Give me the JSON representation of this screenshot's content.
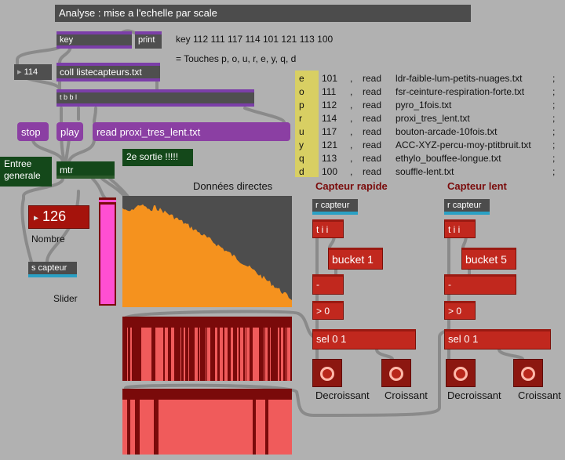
{
  "title": "Analyse : mise a l'echelle par scale",
  "objects": {
    "key": "key",
    "print": "print",
    "num114": "114",
    "coll": "coll listecapteurs.txt",
    "tbbl": "t b b l",
    "mtr": "mtr",
    "ti_rapide": "t i i",
    "ti_lent": "t i i",
    "bucket_rapide": "bucket 1",
    "bucket_lent": "bucket 5",
    "minus_rapide": "-",
    "minus_lent": "-",
    "gt_rapide": "> 0",
    "gt_lent": "> 0",
    "sel_rapide": "sel 0 1",
    "sel_lent": "sel 0 1"
  },
  "messages": {
    "stop": "stop",
    "play": "play",
    "read": "read proxi_tres_lent.txt"
  },
  "sends": {
    "s_capteur": "s capteur",
    "r_capteur_rapide": "r capteur",
    "r_capteur_lent": "r capteur"
  },
  "comments": {
    "key_codes": "key 112 111 117 114 101 121 113 100",
    "touches": "= Touches p, o, u, r, e, y, q, d",
    "entree": "Entree generale",
    "deuxieme": "2e sortie !!!!!",
    "nombre": "Nombre",
    "slider": "Slider",
    "donnees": "Données directes",
    "capteur_rapide": "Capteur rapide",
    "capteur_lent": "Capteur lent",
    "decroissant_rapide": "Decroissant",
    "croissant_rapide": "Croissant",
    "decroissant_lent": "Decroissant",
    "croissant_lent": "Croissant"
  },
  "number_box": "126",
  "slider_value": 0.98,
  "coll_entries": [
    {
      "key": "e",
      "code": "101",
      "sep": ",",
      "cmd": "read",
      "file": "ldr-faible-lum-petits-nuages.txt",
      "end": ";"
    },
    {
      "key": "o",
      "code": "111",
      "sep": ",",
      "cmd": "read",
      "file": "fsr-ceinture-respiration-forte.txt",
      "end": ";"
    },
    {
      "key": "p",
      "code": "112",
      "sep": ",",
      "cmd": "read",
      "file": "pyro_1fois.txt",
      "end": ";"
    },
    {
      "key": "r",
      "code": "114",
      "sep": ",",
      "cmd": "read",
      "file": "proxi_tres_lent.txt",
      "end": ";"
    },
    {
      "key": "u",
      "code": "117",
      "sep": ",",
      "cmd": "read",
      "file": "bouton-arcade-10fois.txt",
      "end": ";"
    },
    {
      "key": "y",
      "code": "121",
      "sep": ",",
      "cmd": "read",
      "file": "ACC-XYZ-percu-moy-ptitbruit.txt",
      "end": ";"
    },
    {
      "key": "q",
      "code": "113",
      "sep": ",",
      "cmd": "read",
      "file": "ethylo_bouffee-longue.txt",
      "end": ";"
    },
    {
      "key": "d",
      "code": "100",
      "sep": ",",
      "cmd": "read",
      "file": "souffle-lent.txt",
      "end": ";"
    }
  ],
  "colors": {
    "background": "#b1b1b1",
    "object": "#4f4f4f",
    "message": "#8b3fa3",
    "red_object": "#c1281e",
    "slider": "#ff4fd2",
    "graph_fill": "#f5921e",
    "graph_bg": "#4d4d4d",
    "raster_bar": "#f05b5b",
    "raster_dark": "#7a0a0a",
    "key_column": "#d8cf63"
  }
}
